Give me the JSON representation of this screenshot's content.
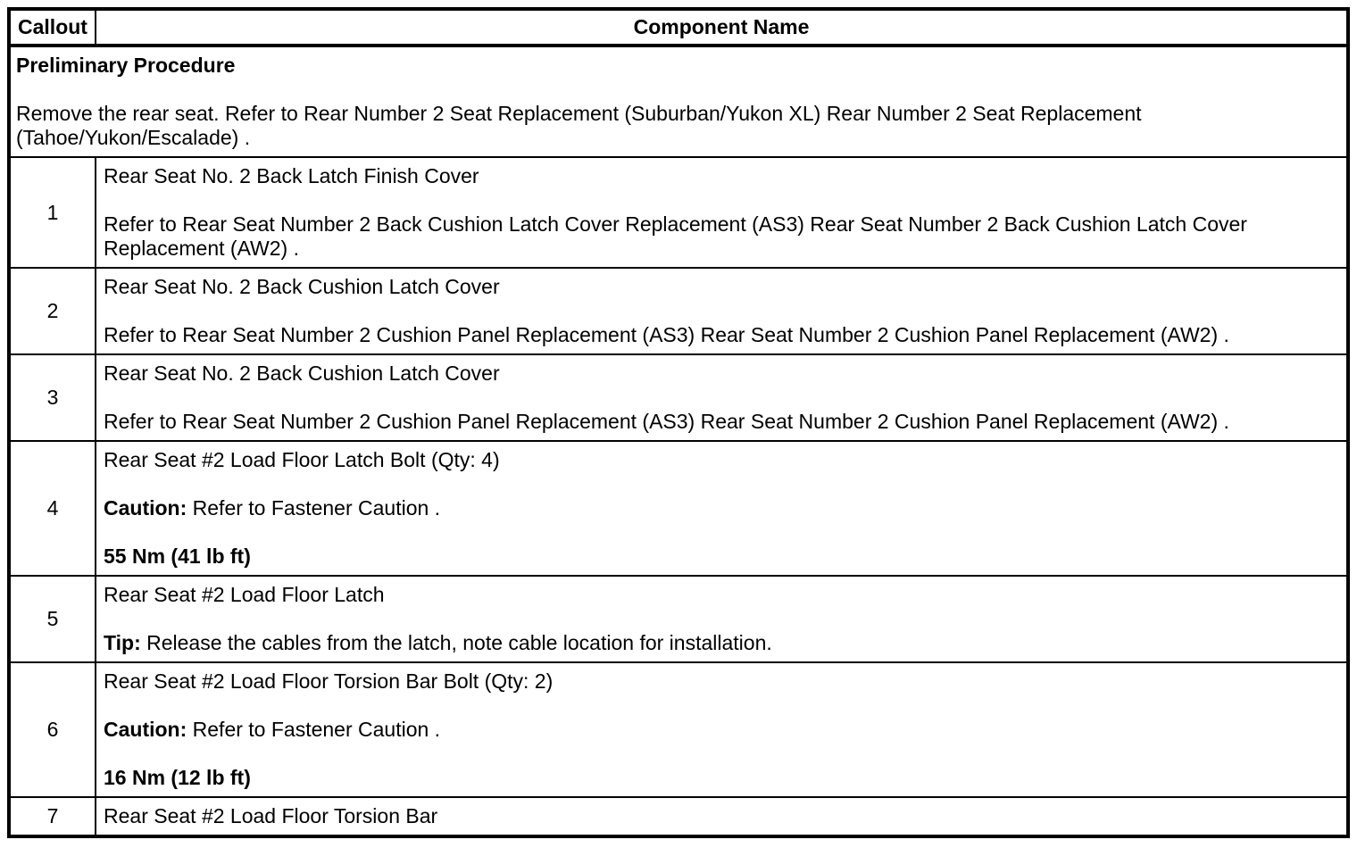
{
  "page": {
    "background_color": "#ffffff",
    "border_color": "#000000",
    "text_color": "#000000"
  },
  "table": {
    "header": {
      "callout_label": "Callout",
      "component_label": "Component Name"
    },
    "preliminary": {
      "title": "Preliminary Procedure",
      "text": "Remove the rear seat. Refer to Rear Number 2 Seat Replacement (Suburban/Yukon XL) Rear Number 2 Seat Replacement (Tahoe/Yukon/Escalade) ."
    },
    "rows": [
      {
        "callout": "1",
        "paragraphs": [
          {
            "text": "Rear Seat No. 2 Back Latch Finish Cover"
          },
          {
            "text": "Refer to Rear Seat Number 2 Back Cushion Latch Cover Replacement (AS3) Rear Seat Number 2 Back Cushion Latch Cover Replacement (AW2) ."
          }
        ]
      },
      {
        "callout": "2",
        "paragraphs": [
          {
            "text": "Rear Seat No. 2 Back Cushion Latch Cover"
          },
          {
            "text": "Refer to Rear Seat Number 2 Cushion Panel Replacement (AS3) Rear Seat Number 2 Cushion Panel Replacement (AW2) ."
          }
        ]
      },
      {
        "callout": "3",
        "paragraphs": [
          {
            "text": "Rear Seat No. 2 Back Cushion Latch Cover"
          },
          {
            "text": "Refer to Rear Seat Number 2 Cushion Panel Replacement (AS3) Rear Seat Number 2 Cushion Panel Replacement (AW2) ."
          }
        ]
      },
      {
        "callout": "4",
        "paragraphs": [
          {
            "text": "Rear Seat #2 Load Floor Latch Bolt (Qty: 4)"
          },
          {
            "label": "Caution:",
            "text": " Refer to Fastener Caution ."
          },
          {
            "text": "55 Nm (41 lb ft)",
            "bold": true
          }
        ]
      },
      {
        "callout": "5",
        "paragraphs": [
          {
            "text": "Rear Seat #2 Load Floor Latch"
          },
          {
            "label": "Tip:",
            "text": " Release the cables from the latch, note cable location for installation."
          }
        ]
      },
      {
        "callout": "6",
        "paragraphs": [
          {
            "text": "Rear Seat #2 Load Floor Torsion Bar Bolt (Qty: 2)"
          },
          {
            "label": "Caution:",
            "text": " Refer to Fastener Caution ."
          },
          {
            "text": "16 Nm (12 lb ft)",
            "bold": true
          }
        ]
      },
      {
        "callout": "7",
        "paragraphs": [
          {
            "text": "Rear Seat #2 Load Floor Torsion Bar"
          }
        ]
      }
    ]
  }
}
